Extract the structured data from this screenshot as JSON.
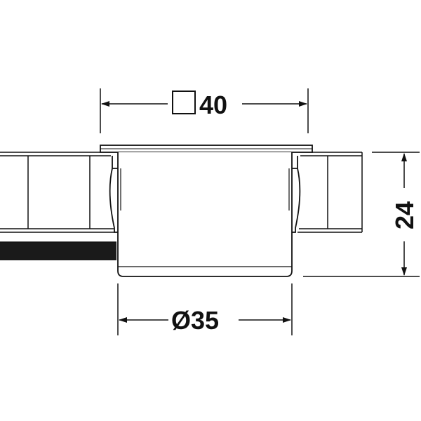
{
  "drawing": {
    "top_dimension": "40",
    "bottom_dimension": "Ø35",
    "right_dimension": "24"
  },
  "icons": {
    "square_symbol": "square-symbol-icon"
  },
  "colors": {
    "line": "#111111",
    "background": "#ffffff"
  }
}
